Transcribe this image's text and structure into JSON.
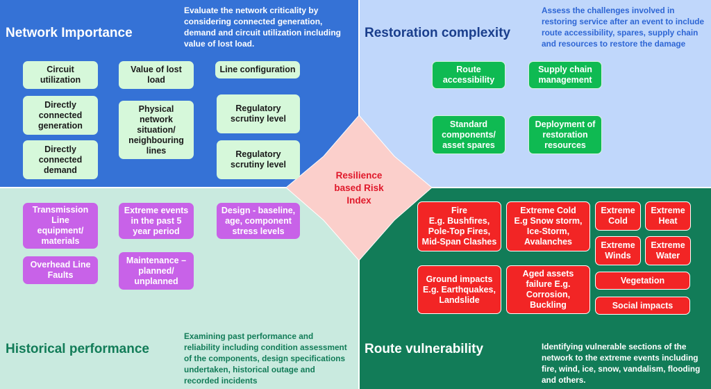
{
  "center": {
    "line1": "Resilience",
    "line2": "based Risk",
    "line3": "Index"
  },
  "quadrants": {
    "network_importance": {
      "title": "Network Importance",
      "desc": [
        "Evaluate the network criticality by",
        "considering connected generation,",
        "demand and circuit utilization including",
        "value of lost load."
      ],
      "items": [
        [
          "Circuit",
          "utilization"
        ],
        [
          "Value of lost",
          "load"
        ],
        [
          "Line configuration"
        ],
        [
          "Directly",
          "connected",
          "generation"
        ],
        [
          "Physical",
          "network",
          "situation/",
          "neighbouring",
          "lines"
        ],
        [
          "Regulatory",
          "scrutiny level"
        ],
        [
          "Directly",
          "connected",
          "demand"
        ],
        [
          "Regulatory",
          "scrutiny level"
        ]
      ]
    },
    "restoration_complexity": {
      "title": "Restoration complexity",
      "desc": [
        "Assess the challenges involved in",
        "restoring service after an event to include",
        "route accessibility, spares, supply chain",
        "and resources to restore the damage"
      ],
      "items": [
        [
          "Route",
          "accessibility"
        ],
        [
          "Supply chain",
          "management"
        ],
        [
          "Standard",
          "components/",
          "asset spares"
        ],
        [
          "Deployment of",
          "restoration",
          "resources"
        ]
      ]
    },
    "historical_performance": {
      "title": "Historical performance",
      "desc": [
        "Examining past performance and",
        "reliability including condition assessment",
        "of the components, design specifications",
        "undertaken, historical outage and",
        "recorded incidents"
      ],
      "items": [
        [
          "Transmission",
          "Line",
          "equipment/",
          "materials"
        ],
        [
          "Extreme events",
          "in the past 5",
          "year period"
        ],
        [
          "Design - baseline,",
          "age, component",
          "stress levels"
        ],
        [
          "Overhead Line",
          "Faults"
        ],
        [
          "Maintenance –",
          "planned/",
          "unplanned"
        ]
      ]
    },
    "route_vulnerability": {
      "title": "Route vulnerability",
      "desc": [
        "Identifying vulnerable sections of the",
        "network to the extreme events including",
        "fire, wind, ice, snow, vandalism, flooding",
        "and others."
      ],
      "items": [
        [
          "Fire",
          "E.g. Bushfires,",
          "Pole-Top Fires,",
          "Mid-Span Clashes"
        ],
        [
          "Extreme Cold",
          "E.g Snow storm,",
          "Ice-Storm,",
          "Avalanches"
        ],
        [
          "Extreme",
          "Cold"
        ],
        [
          "Extreme",
          "Heat"
        ],
        [
          "Extreme",
          "Winds"
        ],
        [
          "Extreme",
          "Water"
        ],
        [
          "Ground impacts",
          "E.g. Earthquakes,",
          "Landslide"
        ],
        [
          "Aged assets",
          "failure E.g.",
          "Corrosion,",
          "Buckling"
        ],
        [
          "Vegetation"
        ],
        [
          "Social impacts"
        ]
      ]
    }
  },
  "colors": {
    "network_bg": "#3572d6",
    "restoration_bg": "#c0d7fb",
    "historical_bg": "#c9eadf",
    "vulnerability_bg": "#127c58",
    "center_diamond": "#fbcfcb",
    "center_text": "#e0182a"
  }
}
